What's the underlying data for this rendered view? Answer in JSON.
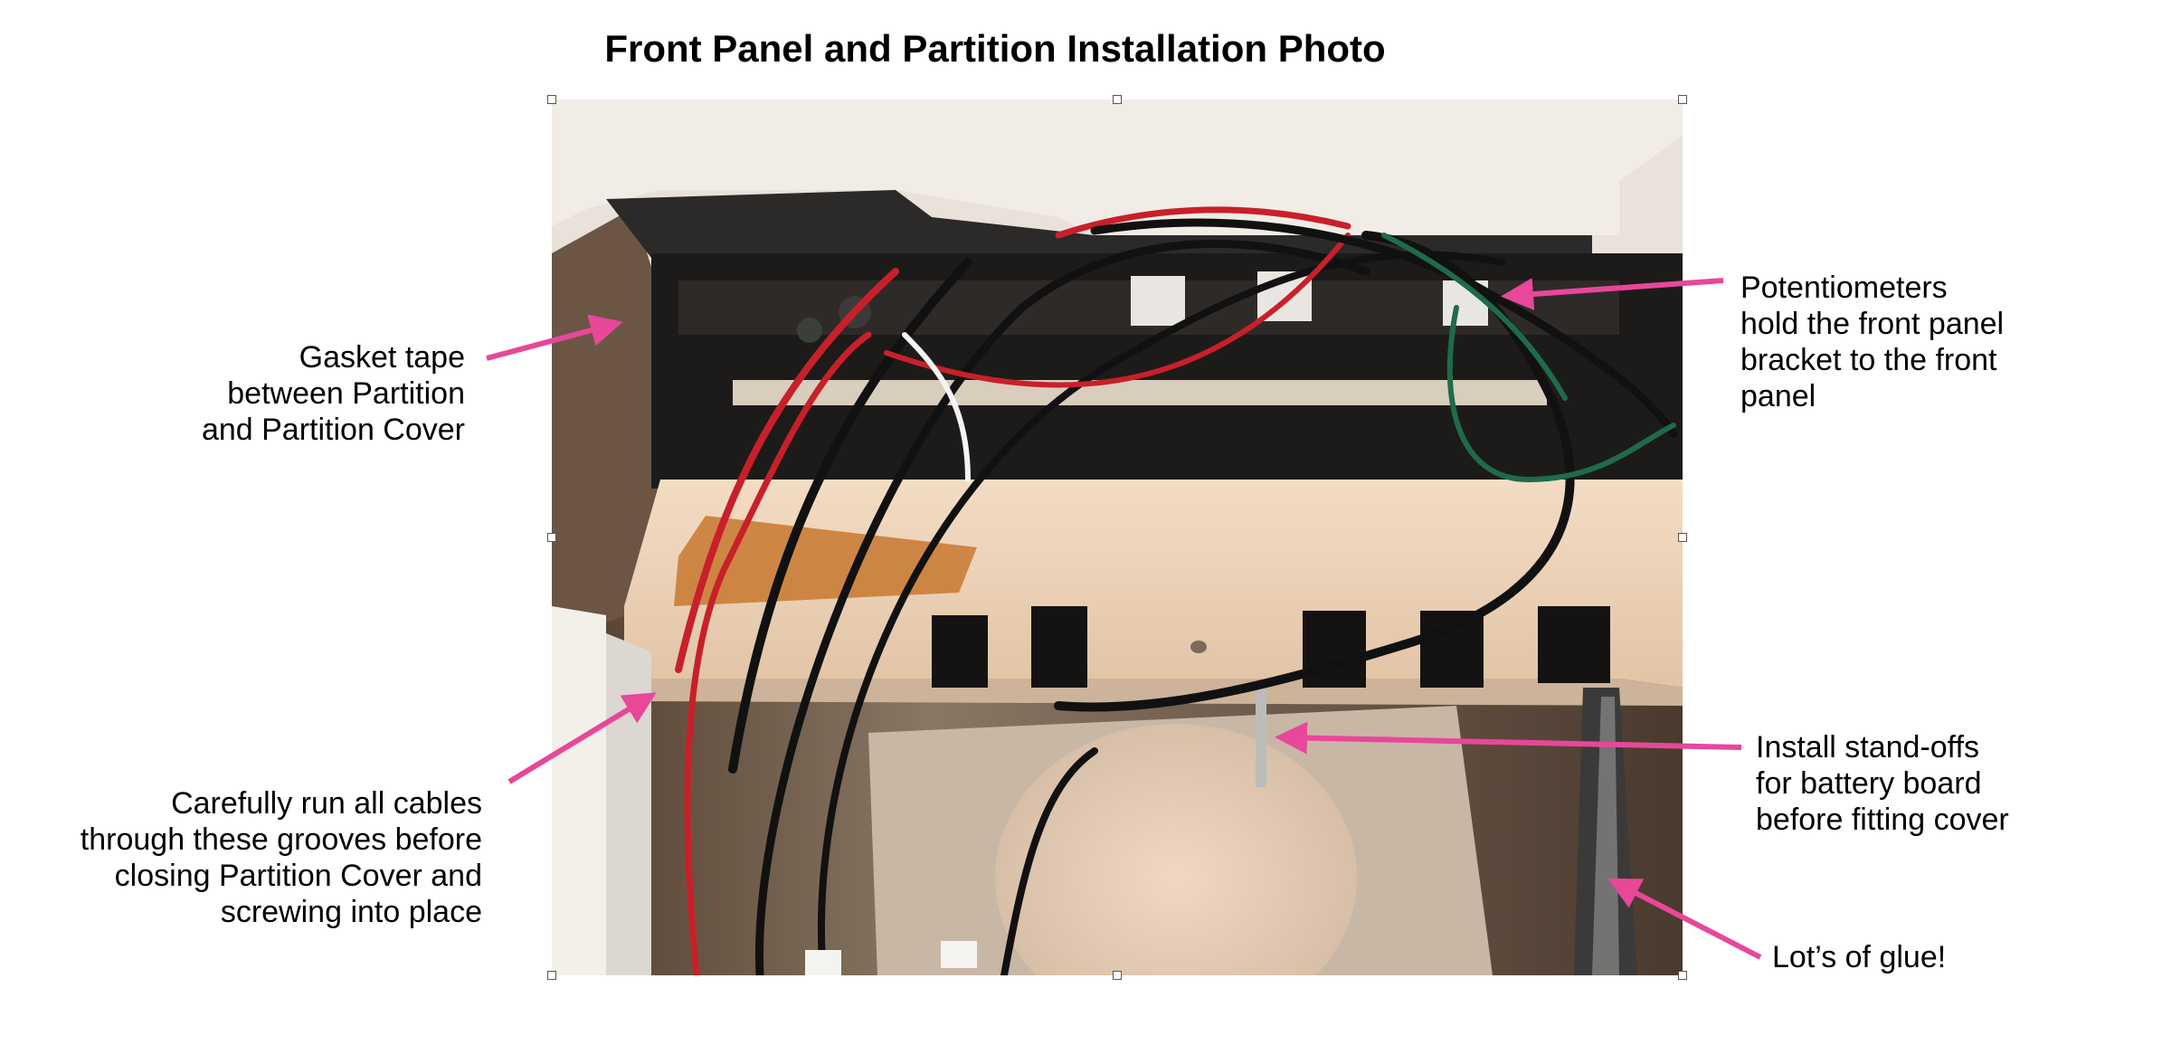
{
  "title": "Front Panel and Partition Installation Photo",
  "photo": {
    "semantic": "enclosure-interior-photo"
  },
  "annotations": {
    "gasket": {
      "lines": [
        "Gasket tape",
        "between Partition",
        "and Partition Cover"
      ]
    },
    "cables": {
      "lines": [
        "Carefully run all cables",
        "through these grooves before",
        "closing Partition Cover and",
        "screwing into place"
      ]
    },
    "potentiometers": {
      "lines": [
        "Potentiometers",
        "hold the front panel",
        "bracket to the front",
        "panel"
      ]
    },
    "standoffs": {
      "lines": [
        "Install stand-offs",
        "for battery board",
        "before fitting cover"
      ]
    },
    "glue": {
      "lines": [
        "Lot’s of glue!"
      ]
    }
  },
  "colors": {
    "arrow": "#e8479a"
  }
}
